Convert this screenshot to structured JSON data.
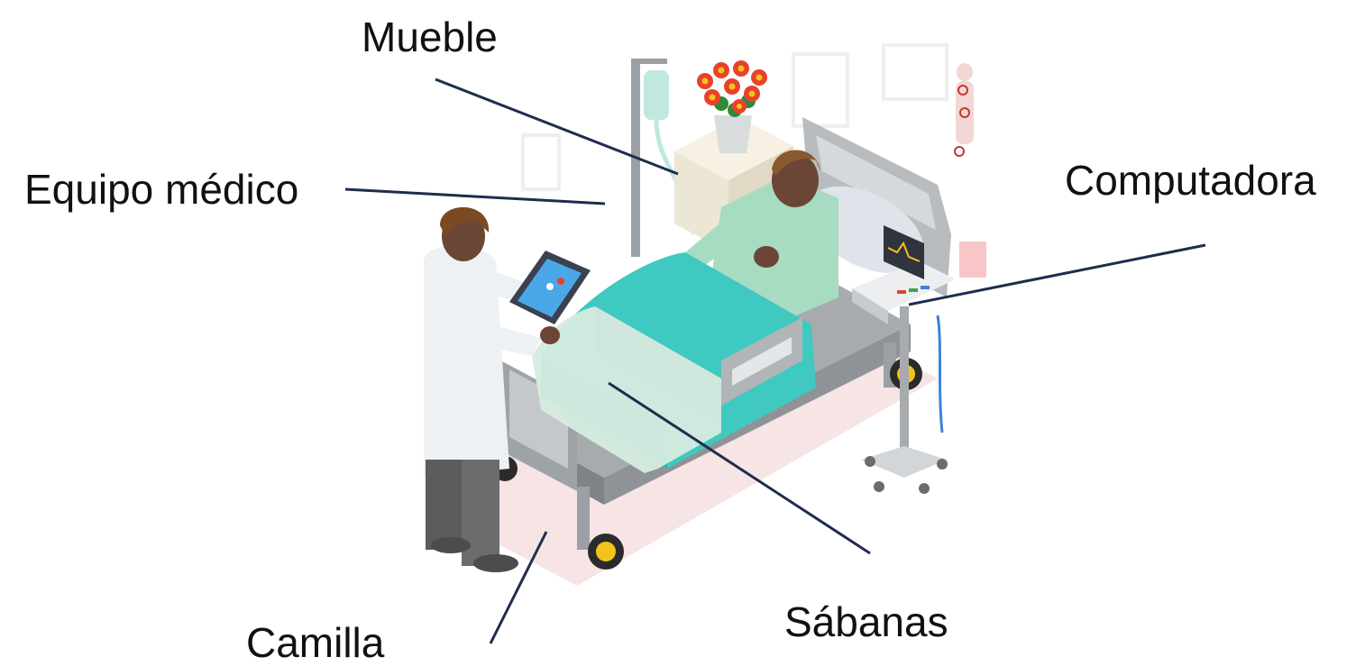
{
  "labels": {
    "furniture": "Mueble",
    "medical_equipment": "Equipo médico",
    "computer": "Computadora",
    "sheets": "Sábanas",
    "stretcher": "Camilla"
  },
  "colors": {
    "leader_line": "#1f2d4d",
    "sheet_teal": "#3fc9c0",
    "sheet_light": "#cfe6dc",
    "gown": "#8fd3b5",
    "bed_frame": "#8a8f93",
    "floor_shadow": "#f6e3e3",
    "coat": "#f2f4f6",
    "skin": "#6b4636",
    "hair_doctor": "#7a4a22",
    "hair_patient": "#8a5a2e",
    "cabinet": "#f3efe4",
    "flower_red": "#e8412c",
    "flower_yellow": "#f5c21b",
    "wheel": "#f0c419",
    "monitor_screen": "#2f3540",
    "tablet_screen": "#4aa8e8"
  },
  "icons": [
    "hospital-bed-illustration",
    "doctor-figure",
    "patient-figure",
    "iv-pole-icon",
    "flower-pot-icon",
    "monitor-cart-icon",
    "tablet-icon"
  ]
}
